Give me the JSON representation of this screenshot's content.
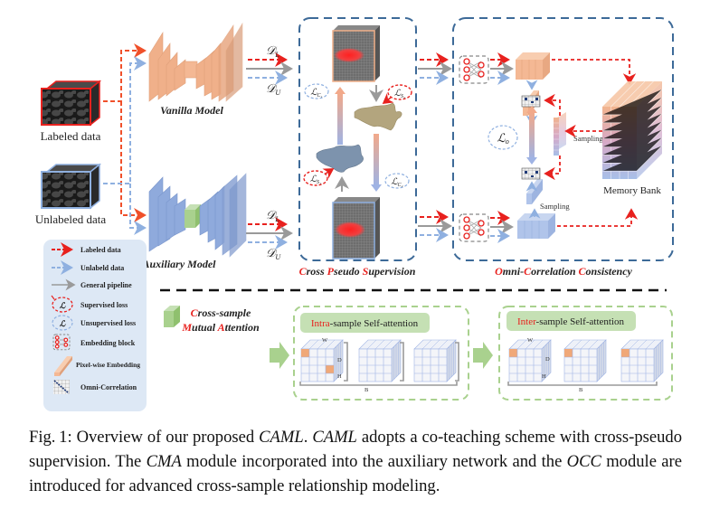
{
  "inputs": {
    "labeled": "Labeled data",
    "unlabeled": "Unlabeled data"
  },
  "models": {
    "vanilla": "Vanilla Model",
    "auxiliary": "Auxiliary Model"
  },
  "flow_labels": {
    "dl": "𝒟",
    "dl_sub": "L",
    "du": "𝒟",
    "du_sub": "U"
  },
  "cps": {
    "title_parts": [
      {
        "text": "C",
        "red": true
      },
      {
        "text": "ross ",
        "red": false
      },
      {
        "text": "P",
        "red": true
      },
      {
        "text": "seudo ",
        "red": false
      },
      {
        "text": "S",
        "red": true
      },
      {
        "text": "upervision",
        "red": false
      }
    ],
    "losses": {
      "lc1": "C₁",
      "ls2": "S₂",
      "ls1": "S₁",
      "lc2": "C₂"
    }
  },
  "occ": {
    "title_parts": [
      {
        "text": "O",
        "red": true
      },
      {
        "text": "mni-",
        "red": false
      },
      {
        "text": "C",
        "red": true
      },
      {
        "text": "orrelation ",
        "red": false
      },
      {
        "text": "C",
        "red": true
      },
      {
        "text": "onsistency",
        "red": false
      }
    ],
    "loss": "o",
    "sampling_1": "Sampling",
    "sampling_2": "Sampling",
    "memory_bank": "Memory Bank"
  },
  "legend": {
    "items": [
      {
        "icon": "red-dashed-arrow",
        "label": "Labeled data"
      },
      {
        "icon": "blue-dashed-arrow",
        "label": "Unlabeld data"
      },
      {
        "icon": "gray-arrow",
        "label": "General pipeline"
      },
      {
        "icon": "supervised-loss-circle",
        "label": "Supervised loss"
      },
      {
        "icon": "unsupervised-loss-circle",
        "label": "Unsupervised loss"
      },
      {
        "icon": "embedding-block",
        "label": "Embedding block"
      },
      {
        "icon": "pixel-embedding",
        "label": "Pixel-wise Embedding"
      },
      {
        "icon": "omni-correlation",
        "label": "Omni-Correlation"
      }
    ]
  },
  "cma": {
    "title_line1": [
      {
        "text": "C",
        "red": true
      },
      {
        "text": "ross-sample",
        "red": false
      }
    ],
    "title_line2": [
      {
        "text": "M",
        "red": true
      },
      {
        "text": "utual ",
        "red": false
      },
      {
        "text": "A",
        "red": true
      },
      {
        "text": "ttention",
        "red": false
      }
    ],
    "intra_prefix": "Intra",
    "intra_suffix": "-sample Self-attention",
    "inter_prefix": "Inter",
    "inter_suffix": "-sample Self-attention",
    "axis_w": "W",
    "axis_d": "D",
    "axis_h": "H",
    "axis_b": "B"
  },
  "colors": {
    "red": "#e8211e",
    "blue_dash": "#8fb0e0",
    "gray": "#9a9a9a",
    "frame_blue": "#3d6a98",
    "green": "#a9d18e",
    "orange_model": "#f0b08a",
    "blue_model": "#8faadc",
    "legend_bg": "#dde8f5"
  },
  "caption": {
    "fig": "Fig. 1:",
    "t1": " Overview of our proposed ",
    "caml1": "CAML",
    "t2": ". ",
    "caml2": "CAML",
    "t3": " adopts a co-teaching scheme with cross-pseudo supervision. The ",
    "cma": "CMA",
    "t4": " module incorporated into the auxiliary network and the ",
    "occ": "OCC",
    "t5": " module are introduced for advanced cross-sample relationship modeling."
  }
}
